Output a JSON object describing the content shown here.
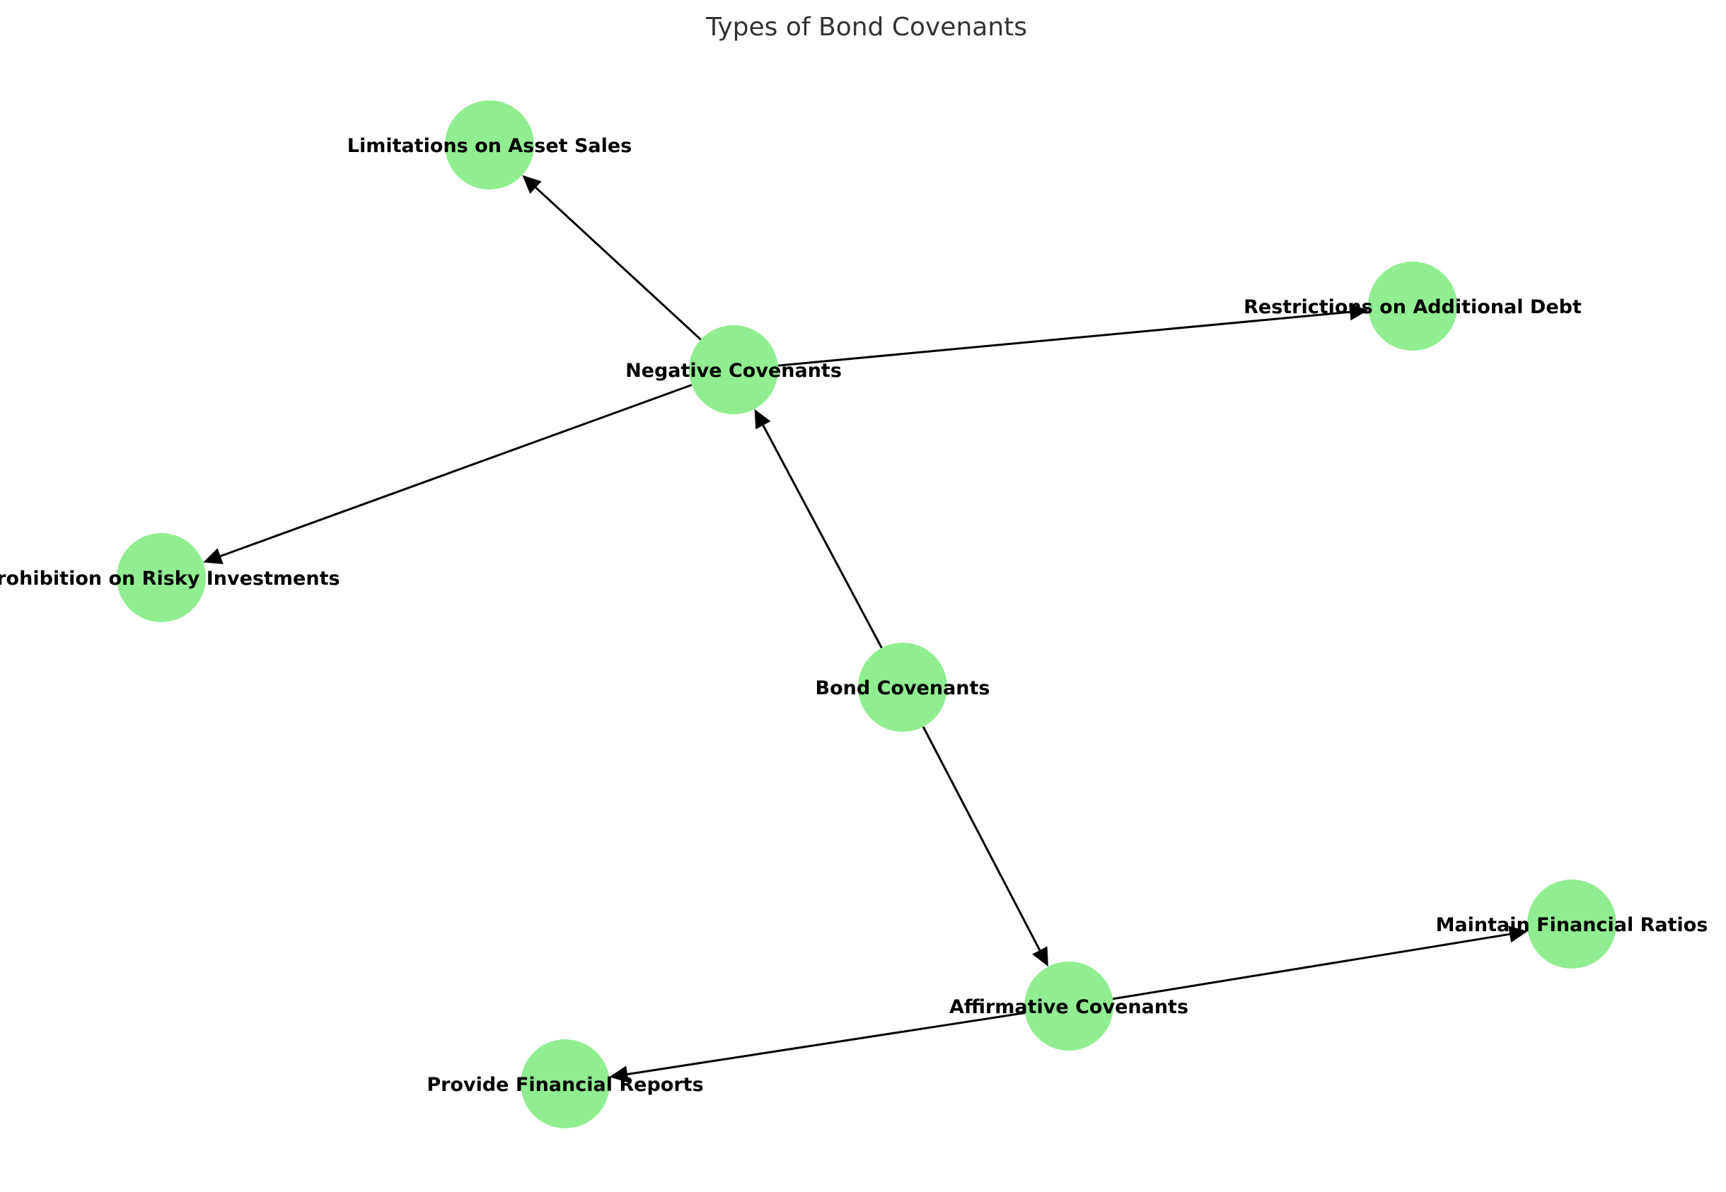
{
  "title": "Types of Bond Covenants",
  "colors": {
    "node_fill": "#90EE90",
    "edge": "#000000",
    "title": "#333333"
  },
  "nodes": [
    {
      "id": "bond",
      "label": "Bond Covenants"
    },
    {
      "id": "negative",
      "label": "Negative Covenants"
    },
    {
      "id": "affirmative",
      "label": "Affirmative Covenants"
    },
    {
      "id": "asset_sales",
      "label": "Limitations on Asset Sales"
    },
    {
      "id": "additional_debt",
      "label": "Restrictions on Additional Debt"
    },
    {
      "id": "risky_investments",
      "label": "Prohibition on Risky Investments"
    },
    {
      "id": "financial_ratios",
      "label": "Maintain Financial Ratios"
    },
    {
      "id": "financial_reports",
      "label": "Provide Financial Reports"
    }
  ],
  "edges": [
    {
      "from": "bond",
      "to": "negative"
    },
    {
      "from": "bond",
      "to": "affirmative"
    },
    {
      "from": "negative",
      "to": "asset_sales"
    },
    {
      "from": "negative",
      "to": "additional_debt"
    },
    {
      "from": "negative",
      "to": "risky_investments"
    },
    {
      "from": "affirmative",
      "to": "financial_ratios"
    },
    {
      "from": "affirmative",
      "to": "financial_reports"
    }
  ]
}
